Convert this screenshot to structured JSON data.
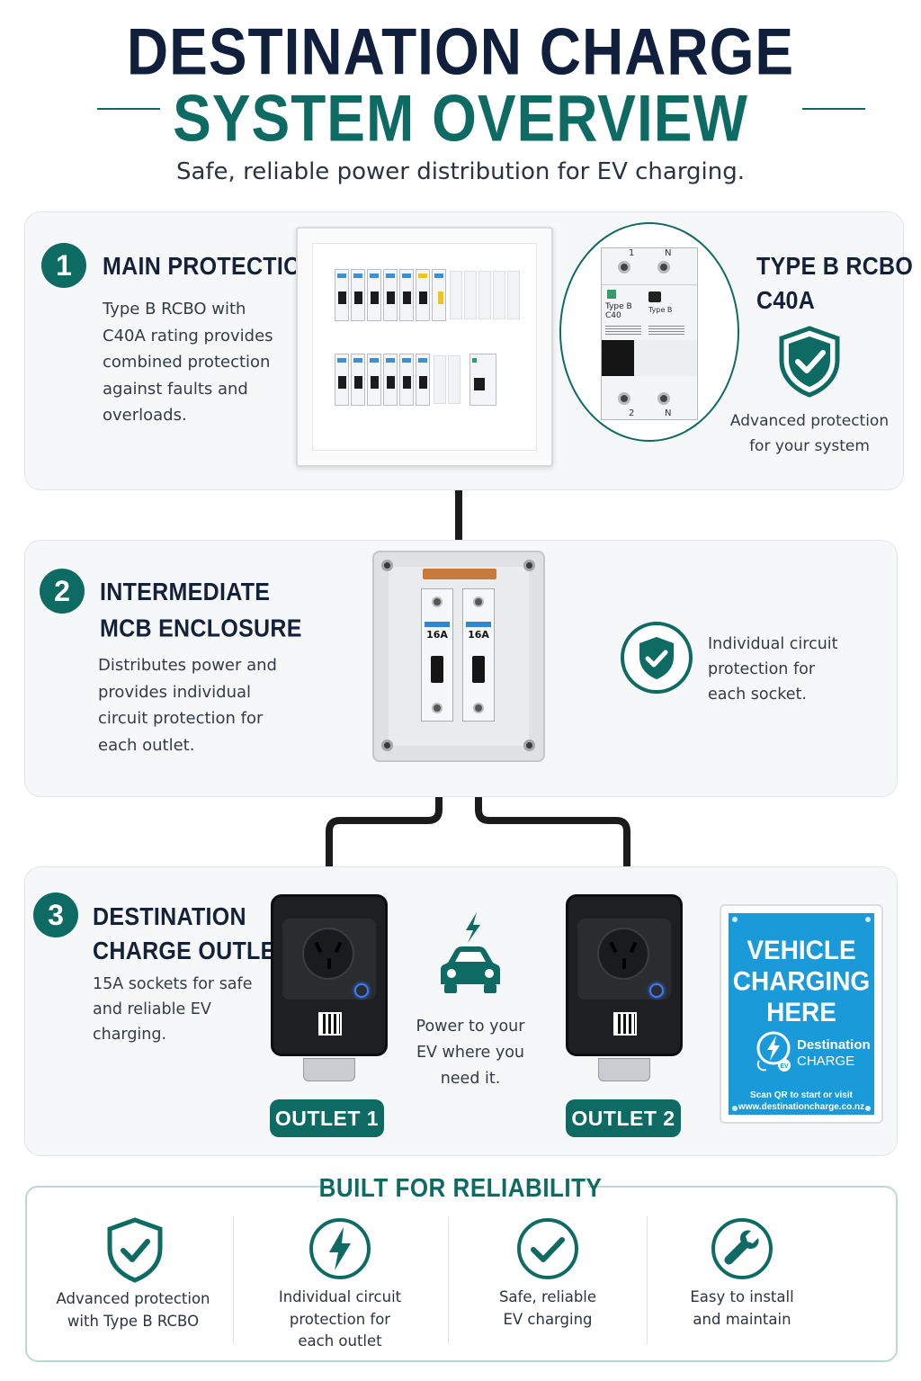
{
  "header": {
    "title_line1": "DESTINATION CHARGE",
    "title_line2": "SYSTEM OVERVIEW",
    "subtitle": "Safe, reliable power distribution for EV charging."
  },
  "section1": {
    "number": "1",
    "heading": "MAIN PROTECTION",
    "body": [
      "Type B RCBO with",
      "C40A rating provides",
      "combined protection",
      "against faults and",
      "overloads."
    ],
    "callout_heading": [
      "TYPE B RCBO",
      "C40A"
    ],
    "callout_text": [
      "Advanced protection",
      "for your system"
    ],
    "rcbo_label": [
      "Type B",
      "C40"
    ],
    "rcbo_type": "Type B",
    "terminal_top": [
      "1",
      "N"
    ],
    "terminal_bottom": [
      "2",
      "N"
    ]
  },
  "section2": {
    "number": "2",
    "heading": [
      "INTERMEDIATE",
      "MCB ENCLOSURE"
    ],
    "body": [
      "Distributes power and",
      "provides individual",
      "circuit protection for",
      "each outlet."
    ],
    "callout_text": [
      "Individual circuit",
      "protection for",
      "each socket."
    ],
    "mcb_ratings": [
      "16A",
      "16A"
    ]
  },
  "section3": {
    "number": "3",
    "heading": [
      "DESTINATION",
      "CHARGE OUTLETS"
    ],
    "body": [
      "15A sockets for safe",
      "and reliable EV",
      "charging."
    ],
    "center_text": [
      "Power to your",
      "EV where you",
      "need it."
    ],
    "outlet1": "OUTLET 1",
    "outlet2": "OUTLET 2",
    "sign": {
      "title": [
        "VEHICLE",
        "CHARGING",
        "HERE"
      ],
      "brand_line1": "Destination",
      "brand_line2": "CHARGE",
      "ev_badge": "EV",
      "footer": [
        "Scan QR to start or visit",
        "www.destinationcharge.co.nz"
      ]
    }
  },
  "reliability": {
    "title": "BUILT FOR RELIABILITY",
    "items": [
      {
        "icon": "shield-check-icon",
        "text": [
          "Advanced protection",
          "with Type B RCBO"
        ]
      },
      {
        "icon": "lightning-icon",
        "text": [
          "Individual circuit",
          "protection for",
          "each outlet"
        ]
      },
      {
        "icon": "check-circle-icon",
        "text": [
          "Safe, reliable",
          "EV charging"
        ]
      },
      {
        "icon": "wrench-icon",
        "text": [
          "Easy to install",
          "and maintain"
        ]
      }
    ]
  },
  "colors": {
    "teal": "#0e6b63",
    "navy": "#0f1f3c",
    "sign_blue": "#1a9ad9"
  }
}
